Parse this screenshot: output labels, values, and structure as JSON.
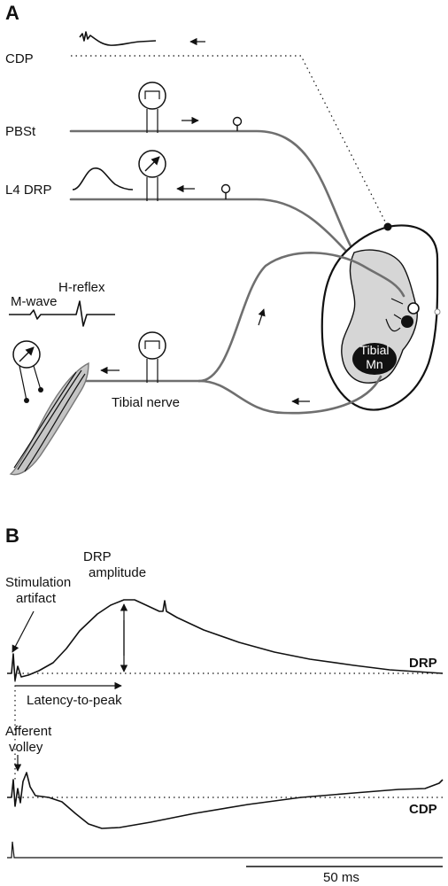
{
  "panels": {
    "a": "A",
    "b": "B"
  },
  "panel_a": {
    "cdp": "CDP",
    "pbst": "PBSt",
    "l4_drp": "L4 DRP",
    "m_wave": "M-wave",
    "h_reflex": "H-reflex",
    "tibial_nerve": "Tibial nerve",
    "tibial_mn_line1": "Tibial",
    "tibial_mn_line2": "Mn"
  },
  "panel_b": {
    "stimulation_artifact_line1": "Stimulation",
    "stimulation_artifact_line2": "artifact",
    "drp_amplitude_line1": "DRP",
    "drp_amplitude_line2": "amplitude",
    "latency_to_peak": "Latency-to-peak",
    "afferent_volley_line1": "Afferent",
    "afferent_volley_line2": "volley",
    "drp_trace_label": "DRP",
    "cdp_trace_label": "CDP",
    "scale_bar": "50 ms"
  }
}
